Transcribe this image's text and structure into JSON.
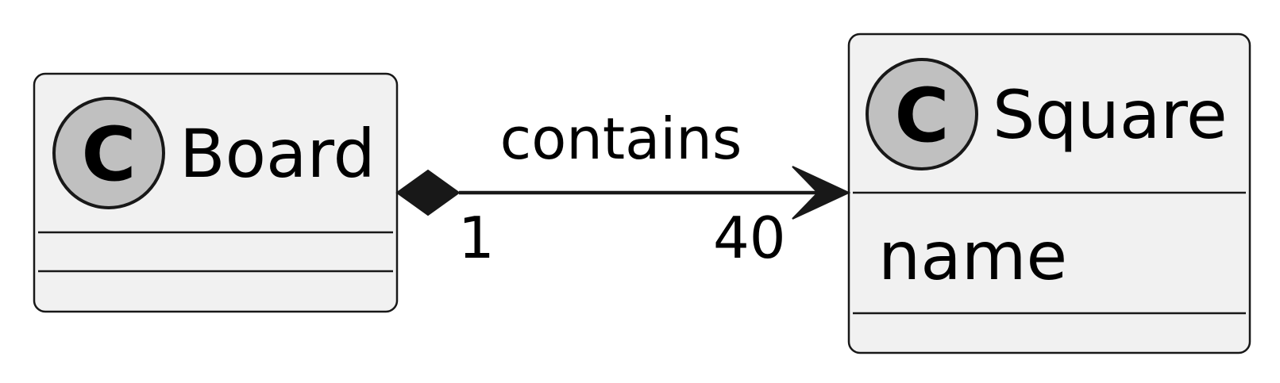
{
  "diagram": {
    "type": "uml-class-diagram",
    "classes": [
      {
        "id": "board",
        "stereotype_letter": "C",
        "name": "Board",
        "attributes": []
      },
      {
        "id": "square",
        "stereotype_letter": "C",
        "name": "Square",
        "attributes": [
          "name"
        ]
      }
    ],
    "relationship": {
      "kind": "composition",
      "from": "Board",
      "to": "Square",
      "label": "contains",
      "from_multiplicity": "1",
      "to_multiplicity": "40"
    }
  },
  "colors": {
    "class_fill": "#f1f1f1",
    "stereotype_circle": "#c0c0c0",
    "stroke": "#181818",
    "text": "#000000"
  }
}
